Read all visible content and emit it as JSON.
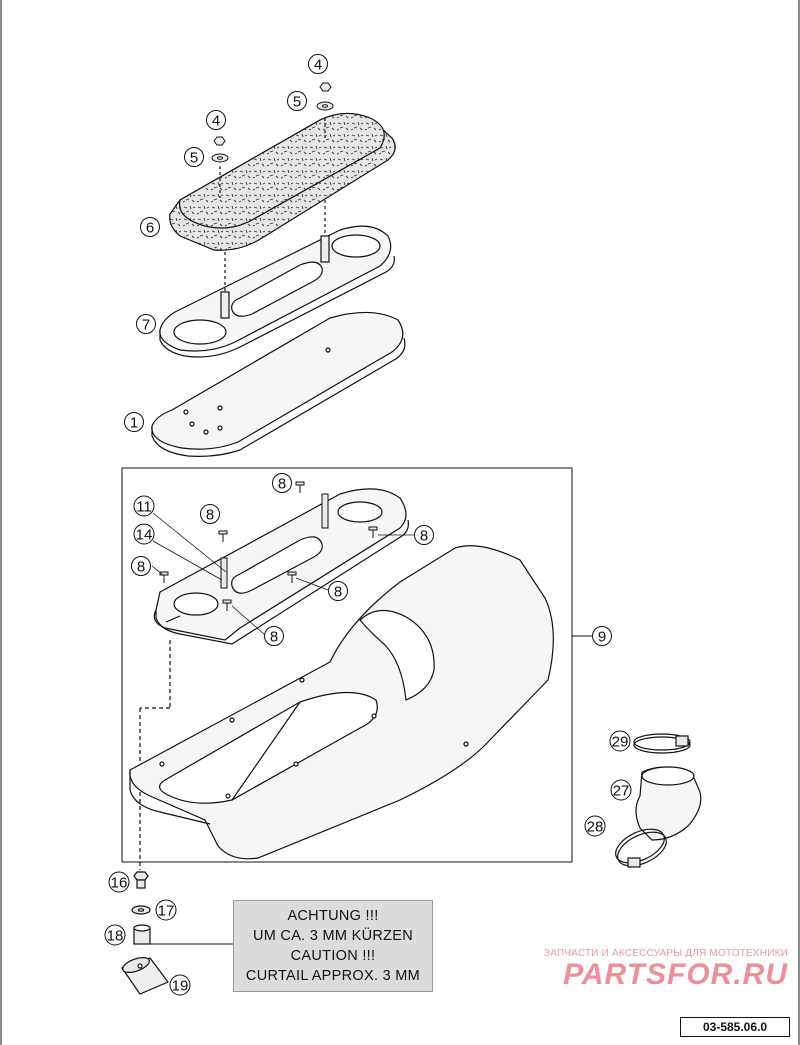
{
  "callouts": {
    "c4a": "4",
    "c5a": "5",
    "c4b": "4",
    "c5b": "5",
    "c6": "6",
    "c7": "7",
    "c1": "1",
    "c8a": "8",
    "c11": "11",
    "c8b": "8",
    "c14": "14",
    "c8c": "8",
    "c8d": "8",
    "c8e": "8",
    "c8f": "8",
    "c9": "9",
    "c29": "29",
    "c27": "27",
    "c28": "28",
    "c16": "16",
    "c17": "17",
    "c18": "18",
    "c19": "19"
  },
  "note": {
    "line1": "ACHTUNG !!!",
    "line2": "UM CA. 3 MM KÜRZEN",
    "line3": "CAUTION !!!",
    "line4": "CURTAIL APPROX. 3 MM"
  },
  "watermark": {
    "tagline": "ЗАПЧАСТИ И АКСЕССУАРЫ ДЛЯ МОТОТЕХНИКИ",
    "logo": "PARTSFOR.RU"
  },
  "reference": "03-585.06.0",
  "colors": {
    "line": "#111111",
    "note_bg": "#dcdcdc",
    "watermark": "#ee8e98"
  }
}
